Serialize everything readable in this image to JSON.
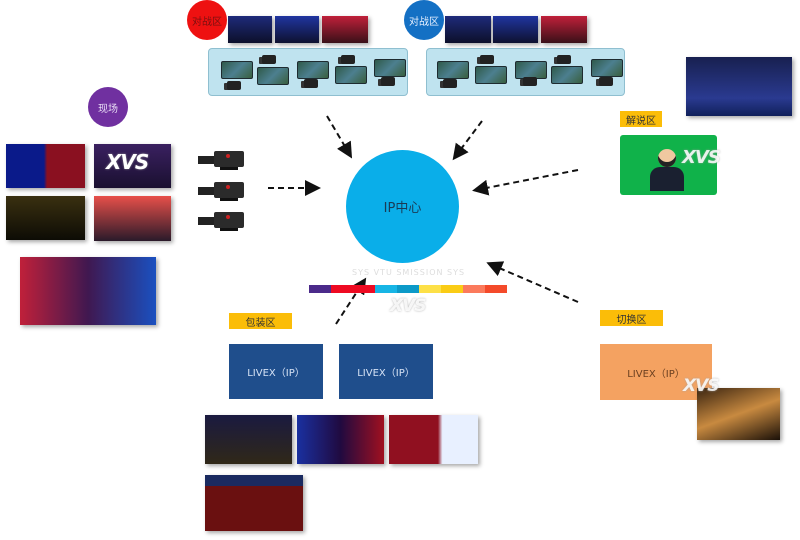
{
  "diagram": {
    "center": {
      "label": "IP中心",
      "color": "#0aaee9"
    },
    "battle_zone_left": {
      "label": "对战区",
      "color": "#ee1111"
    },
    "battle_zone_right": {
      "label": "对战区",
      "color": "#1470c4"
    },
    "venue": {
      "label": "现场",
      "color": "#7030a0"
    },
    "commentary": {
      "label": "解说区",
      "color": "#10b24a"
    },
    "packaging": {
      "label": "包装区",
      "boxes": [
        "LIVEX（IP）",
        "LIVEX（IP）"
      ],
      "box_color": "#1f4e8c"
    },
    "switching": {
      "label": "切换区",
      "box": "LIVEX（IP）",
      "box_color": "#f4a261"
    },
    "tag_color": "#fbbd08",
    "watermark": "XVS",
    "color_bar": [
      "#4b2a8a",
      "#ee0a22",
      "#ee0a22",
      "#17b5e5",
      "#0c9ac8",
      "#fde047",
      "#facc15",
      "#fb7a5c",
      "#f44a2a"
    ],
    "color_bar_caption": "SYS VTU SMISSION SYS"
  }
}
